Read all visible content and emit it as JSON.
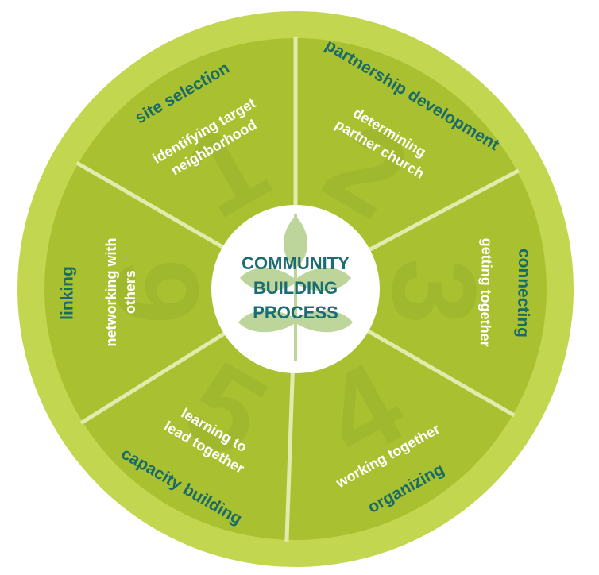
{
  "diagram": {
    "center": {
      "lines": [
        "COMMUNITY",
        "BUILDING",
        "PROCESS"
      ],
      "icon": "leaf-sprig-icon"
    },
    "segments": [
      {
        "number": "1",
        "title": "site selection",
        "description": [
          "identifying target",
          "neighborhood"
        ]
      },
      {
        "number": "2",
        "title": "partnership development",
        "description": [
          "determining",
          "partner church"
        ]
      },
      {
        "number": "3",
        "title": "connecting",
        "description": [
          "getting together"
        ]
      },
      {
        "number": "4",
        "title": "organizing",
        "description": [
          "working together"
        ]
      },
      {
        "number": "5",
        "title": "capacity building",
        "description": [
          "learning to",
          "lead together"
        ]
      },
      {
        "number": "6",
        "title": "linking",
        "description": [
          "networking with",
          "others"
        ]
      }
    ]
  },
  "colors": {
    "outer_ring": "#c3d64f",
    "segment_fill": "#a9c131",
    "divider": "#e2ebae",
    "center_fill": "#ffffff",
    "title_text": "#1a6b66",
    "center_text": "#1c6d73",
    "leaf": "#a8c77a"
  }
}
